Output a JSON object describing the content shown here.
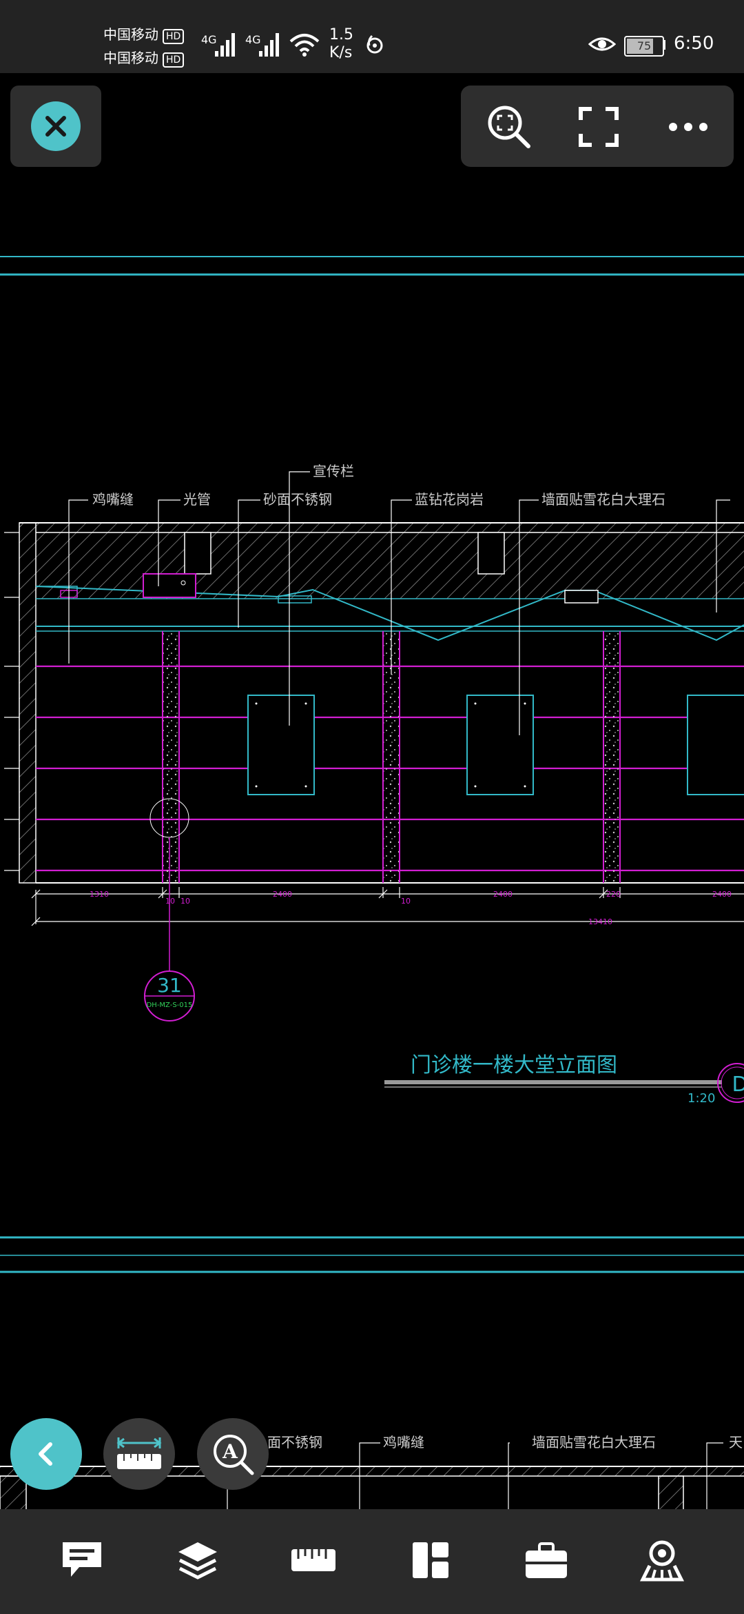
{
  "status_bar": {
    "carrier1": "中国移动",
    "carrier2": "中国移动",
    "hd": "HD",
    "net1": "4G",
    "net2": "4G",
    "speed_value": "1.5",
    "speed_unit": "K/s",
    "battery": "75",
    "time": "6:50"
  },
  "drawing": {
    "labels": {
      "l1": "鸡嘴缝",
      "l2": "光管",
      "l3": "砂面不锈钢",
      "l4": "宣传栏",
      "l5": "蓝钻花岗岩",
      "l6": "墙面贴雪花白大理石",
      "l7": "面不锈钢",
      "l8": "鸡嘴缝",
      "l9": "墙面贴雪花白大理石",
      "l10": "天"
    },
    "dims": {
      "d1": "1310",
      "d2": "2400",
      "d3": "2400",
      "d4": "2400",
      "d5": "220",
      "d6": "10",
      "d7": "10",
      "d8": "10",
      "total": "13410"
    },
    "callout_number": "31",
    "callout_ref": "DH-MZ-S-015",
    "title": "门诊楼一楼大堂立面图",
    "scale": "1:20",
    "marker": "D"
  },
  "icons": {
    "close": "close-icon",
    "zoom_extent": "zoom-extents-icon",
    "fullscreen": "fullscreen-icon",
    "more": "more-icon",
    "back": "back-icon",
    "measure": "measure-icon",
    "text_search": "text-search-icon",
    "comment": "comment-icon",
    "layers": "layers-icon",
    "ruler": "ruler-icon",
    "layout": "layout-icon",
    "toolbox": "toolbox-icon",
    "viewer": "viewer-icon"
  },
  "colors": {
    "cyan": "#32b9c8",
    "magenta": "#d21ed2",
    "white": "#ffffff",
    "accent": "#4fc3c9"
  }
}
